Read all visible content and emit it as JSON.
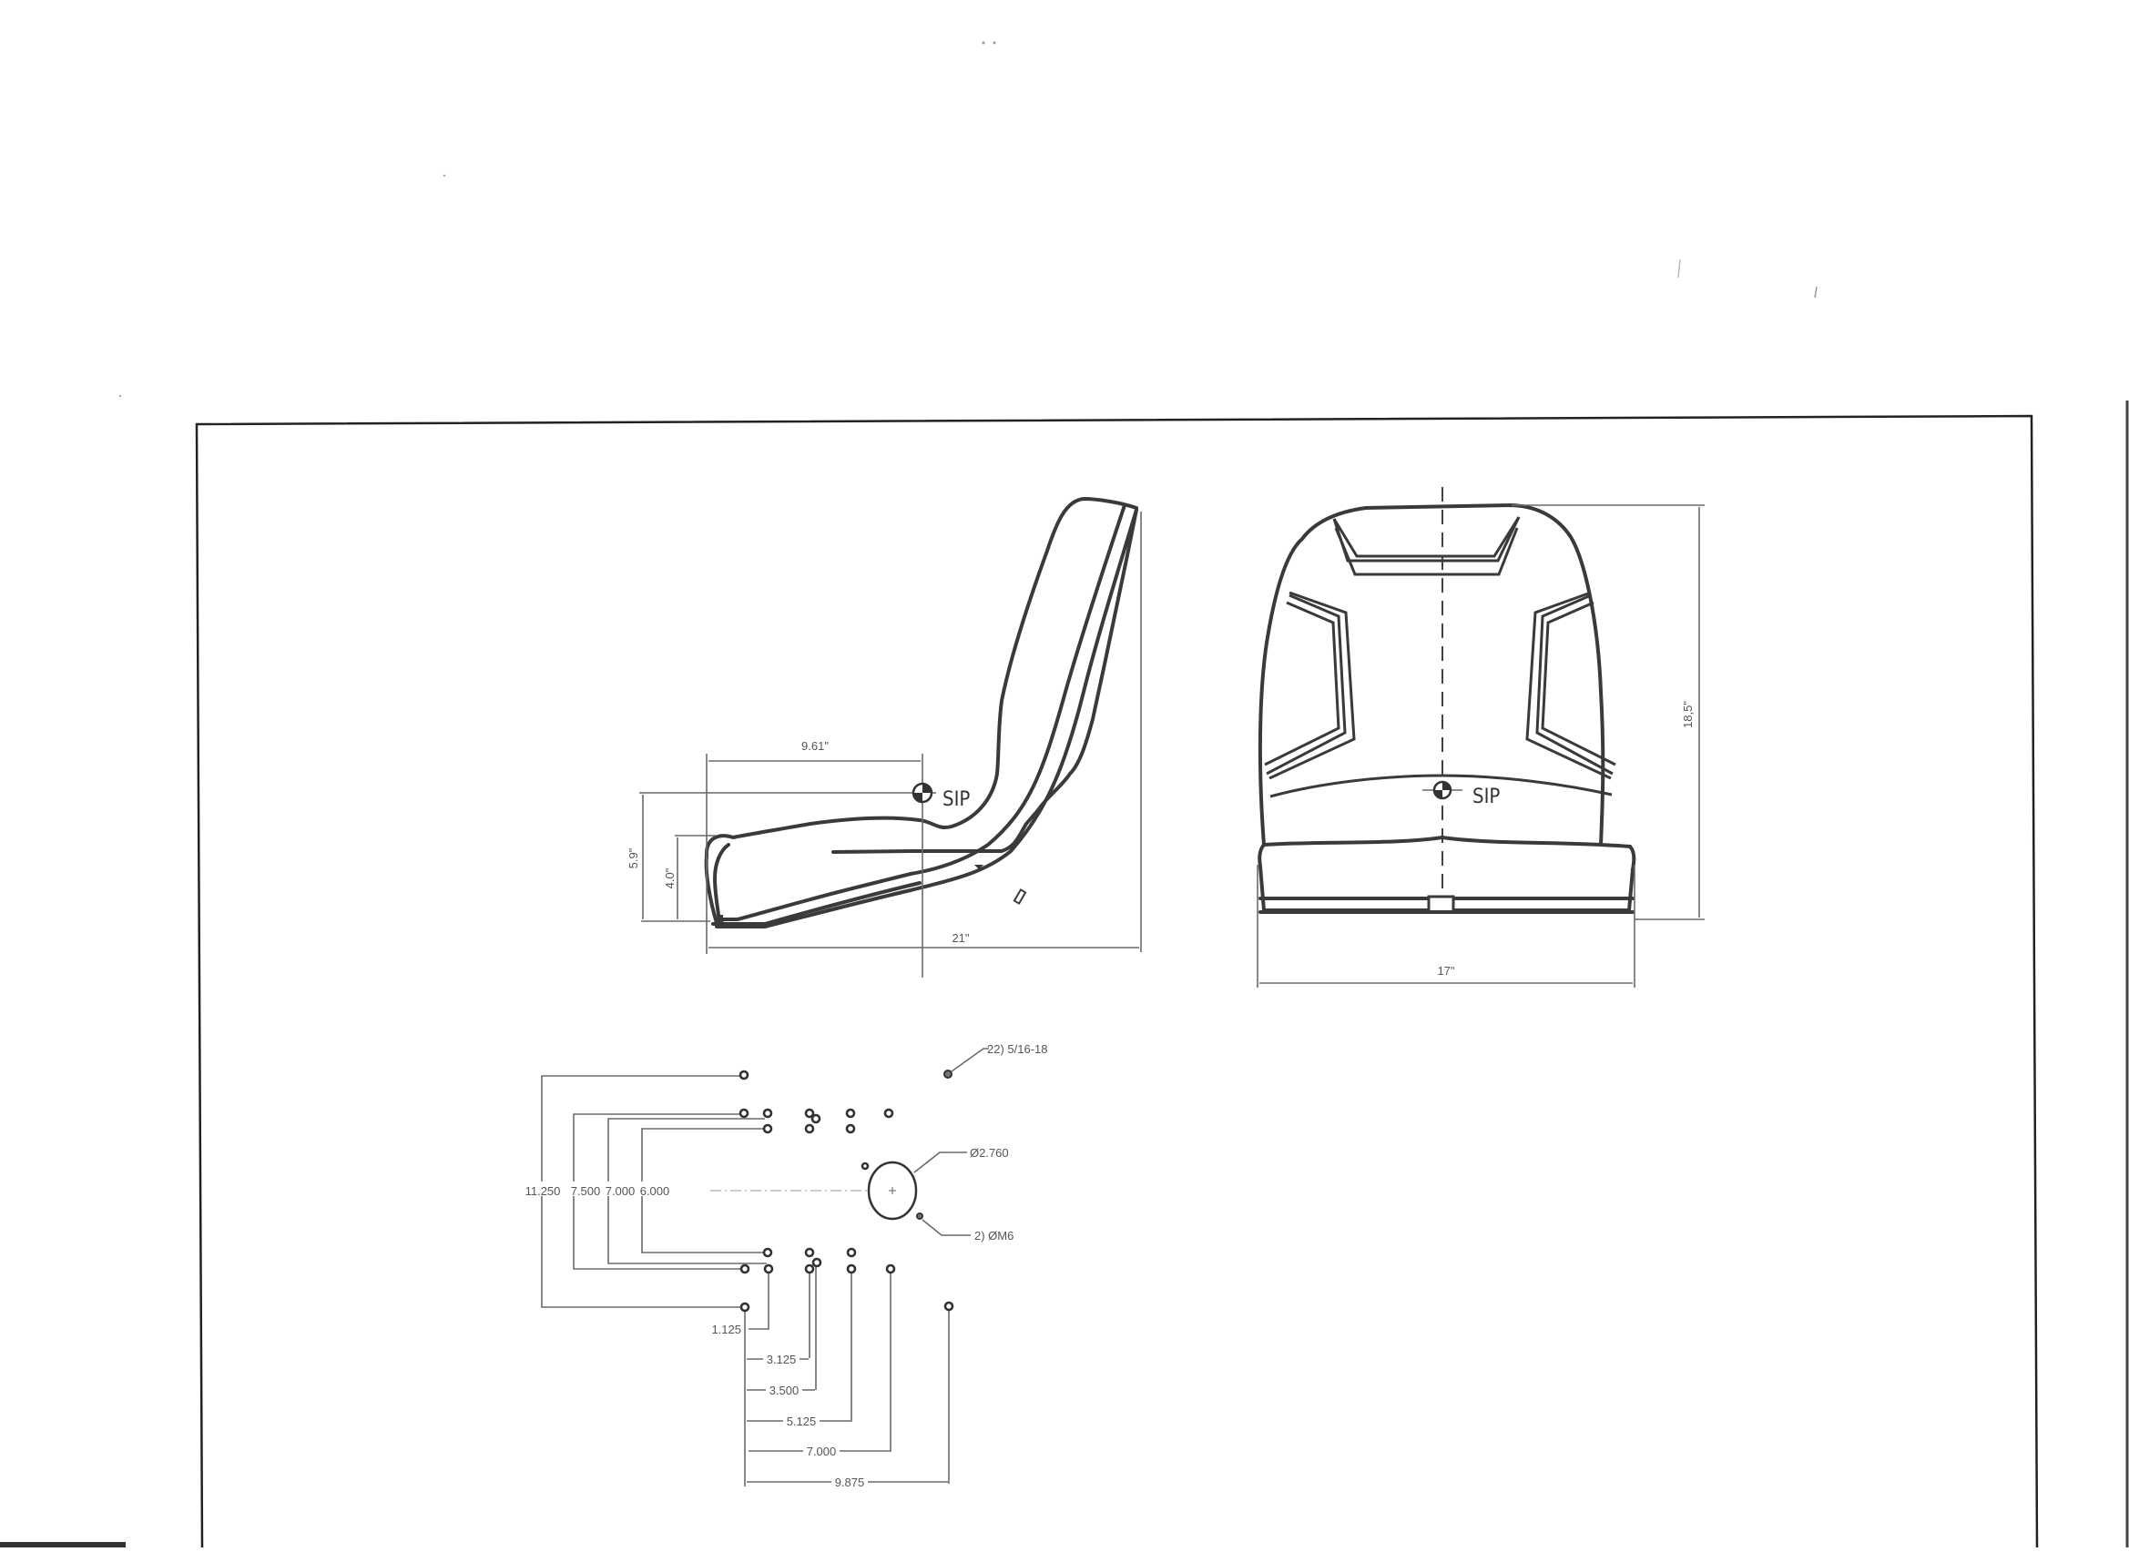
{
  "document": {
    "type": "seat technical drawing",
    "views": [
      "side-view",
      "front-view",
      "mounting-bolt-pattern"
    ]
  },
  "side_view": {
    "sip_label": "SIP",
    "dim_sip_horizontal": "9.61\"",
    "dim_sip_height": "5.9\"",
    "dim_cushion_height": "4.0\"",
    "dim_overall_depth": "21\""
  },
  "front_view": {
    "sip_label": "SIP",
    "dim_height": "18,5\"",
    "dim_width": "17\""
  },
  "bolt_pattern": {
    "callout_threaded_holes": "22) 5/16-18",
    "callout_center_hole": "Ø2.760",
    "callout_m6_holes": "2) ØM6",
    "vertical_dims": [
      "11.250",
      "7.500",
      "7.000",
      "6.000"
    ],
    "horizontal_dims": [
      "1.125",
      "3.125",
      "3.500",
      "5.125",
      "7.000",
      "9.875"
    ]
  },
  "colors": {
    "line": "#3a3a3a",
    "dimension": "#6a6a6a",
    "paper": "#ffffff"
  }
}
